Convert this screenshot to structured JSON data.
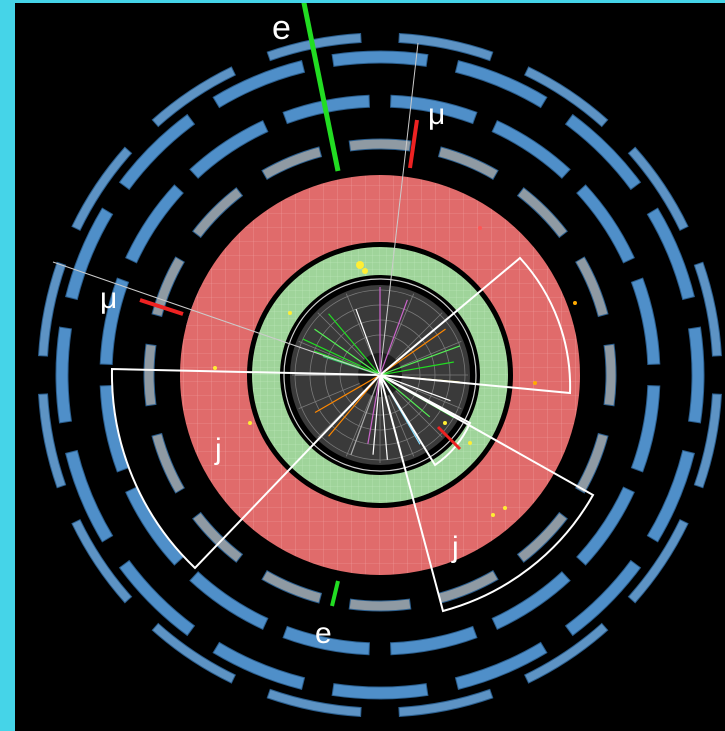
{
  "labels": {
    "electron_top": "e",
    "electron_bottom": "e",
    "muon_right": "μ",
    "muon_left": "μ",
    "jet_left": "j",
    "jet_bottom": "j"
  },
  "colors": {
    "frame": "#45d4e8",
    "background": "#000000",
    "muon_chamber": "#4f8fc9",
    "muon_chamber_highlight": "#8fc6ff",
    "calorimeter_hadronic": "#e06b6b",
    "calorimeter_em": "#9fd49a",
    "inner_detector": "#3a3a3a",
    "electron_track": "#22dd22",
    "muon_track": "#ee2222",
    "jet_outline": "#ffffff"
  }
}
